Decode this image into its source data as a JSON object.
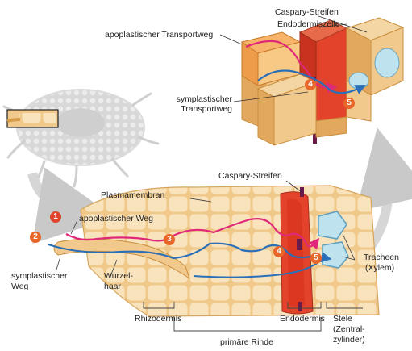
{
  "labels": {
    "caspary_top": "Caspary-Streifen",
    "endodermiszelle": "Endodermiszelle",
    "apoplastic_top": "apoplastischer Transportweg",
    "symplastic_top_1": "symplastischer",
    "symplastic_top_2": "Transportweg",
    "caspary_mid": "Caspary-Streifen",
    "plasmamembran": "Plasmamembran",
    "apoplastic_weg": "apoplastischer Weg",
    "symplastic_weg_1": "symplastischer",
    "symplastic_weg_2": "Weg",
    "wurzelhaar_1": "Wurzel-",
    "wurzelhaar_2": "haar",
    "tracheen_1": "Tracheen",
    "tracheen_2": "(Xylem)",
    "rhizodermis": "Rhizodermis",
    "endodermis": "Endodermis",
    "stele_1": "Stele",
    "stele_2": "(Zentral-",
    "stele_3": "zylinder)",
    "primaere_rinde": "primäre Rinde"
  },
  "markers": {
    "m1": "1",
    "m2": "2",
    "m3": "3",
    "m4": "4",
    "m5": "5"
  },
  "colors": {
    "apoplastic": "#e0287a",
    "symplastic": "#2a6fb8",
    "cell_fill": "#f6d9a8",
    "cell_wall": "#e9c07a",
    "endodermis": "#d9432a",
    "caspary": "#6b1a4a",
    "xylem": "#bfe2ef",
    "marker": "#e0452b"
  }
}
